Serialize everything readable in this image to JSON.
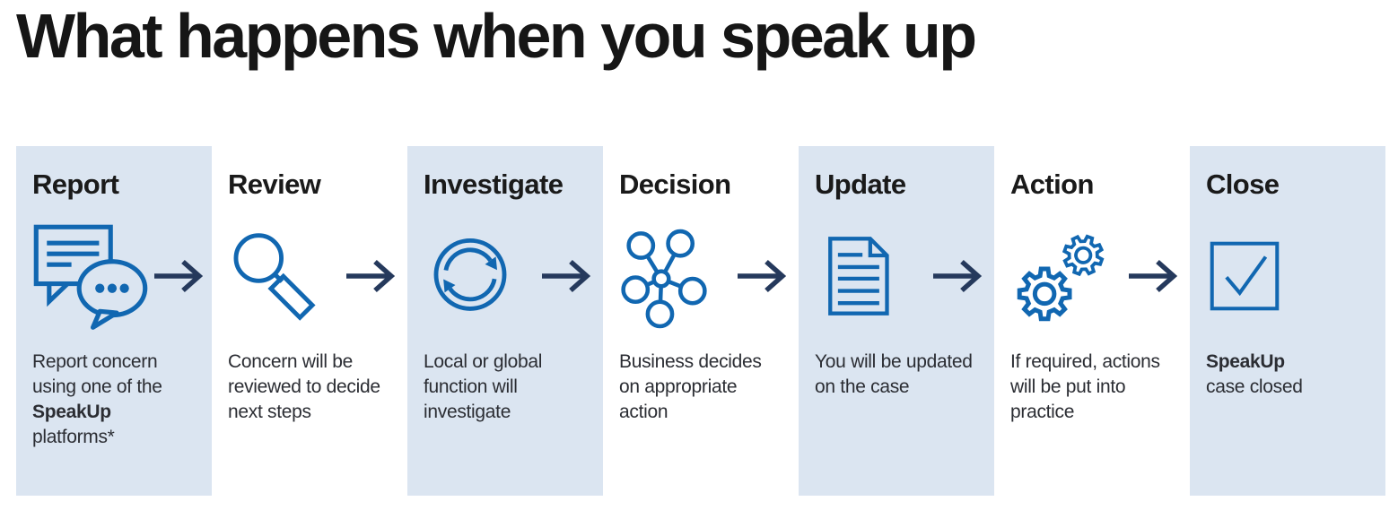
{
  "page": {
    "title": "What happens when you speak up"
  },
  "colors": {
    "panel_blue": "#dbe5f1",
    "icon_blue": "#1167b1",
    "arrow_navy": "#25395c",
    "heading_black": "#161616",
    "body_text": "#2b2d33"
  },
  "arrow": {
    "glyph": "right-arrow"
  },
  "steps": [
    {
      "title": "Report",
      "icon": "speech-bubbles-icon",
      "highlighted": true,
      "has_arrow": true,
      "bold_line": 2,
      "lines": [
        "Report concern",
        "using one of the",
        "SpeakUp",
        "platforms*"
      ]
    },
    {
      "title": "Review",
      "icon": "magnifier-icon",
      "highlighted": false,
      "has_arrow": true,
      "lines": [
        "Concern will be",
        "reviewed to decide",
        "next steps"
      ]
    },
    {
      "title": "Investigate",
      "icon": "refresh-arrows-icon",
      "highlighted": true,
      "has_arrow": true,
      "lines": [
        "Local or global",
        "function will",
        "investigate"
      ]
    },
    {
      "title": "Decision",
      "icon": "network-nodes-icon",
      "highlighted": false,
      "has_arrow": true,
      "lines": [
        "Business decides",
        "on appropriate",
        "action"
      ]
    },
    {
      "title": "Update",
      "icon": "document-icon",
      "highlighted": true,
      "has_arrow": true,
      "lines": [
        "You will be updated",
        "on the case"
      ]
    },
    {
      "title": "Action",
      "icon": "gears-icon",
      "highlighted": false,
      "has_arrow": true,
      "lines": [
        "If required, actions",
        "will be put into",
        "practice"
      ]
    },
    {
      "title": "Close",
      "icon": "checkbox-check-icon",
      "highlighted": true,
      "has_arrow": false,
      "bold_line": 0,
      "lines": [
        "SpeakUp",
        "case closed"
      ]
    }
  ]
}
